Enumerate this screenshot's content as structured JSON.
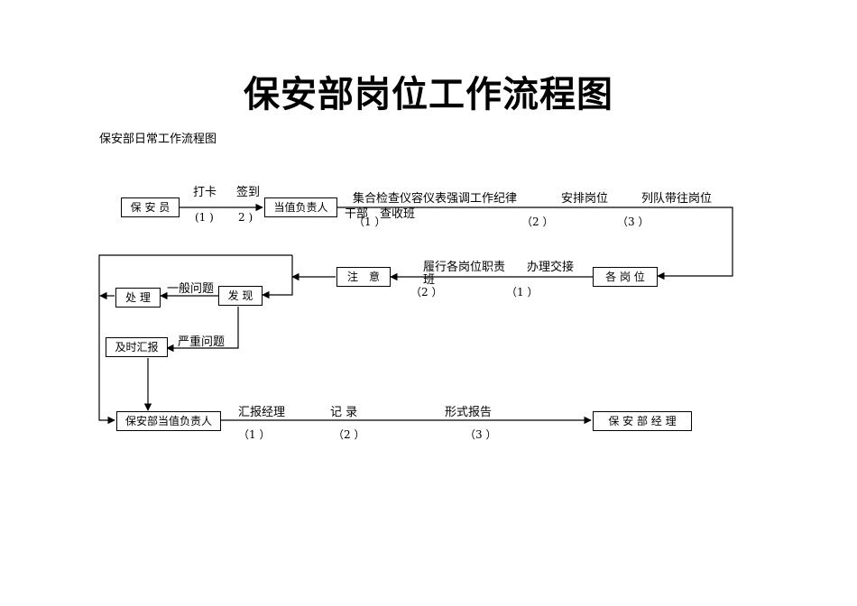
{
  "title": "保安部岗位工作流程图",
  "subtitle": "保安部日常工作流程图",
  "nodes": {
    "guard": "保 安 员",
    "duty_leader": "当值负责人",
    "posts": "各 岗 位",
    "attention": "注　意",
    "discover": "发 现",
    "handle": "处 理",
    "report_timely": "及时汇报",
    "dept_duty_leader": "保安部当值负责人",
    "dept_manager": "保 安 部 经 理"
  },
  "labels": {
    "punch": "打卡",
    "sign_in": "签到",
    "n1_a": "(1 )",
    "n2_a": "2 )",
    "assemble": "集合检查仪容仪表强调工作纪律",
    "cadre": "干部　查收班",
    "n1_b": "（1 ）",
    "arrange": "安排岗位",
    "n2_b": "（2 ）",
    "march": "列队带往岗位",
    "n3_b": "（3 ）",
    "perform": "履行各岗位职责",
    "perform_wrap": "班",
    "n2_c": "（2 ）",
    "handover": "办理交接",
    "n1_c": "（1 ）",
    "general": "一般问题",
    "serious": "严重问题",
    "report_mgr": "汇报经理",
    "n1_d": "（1 ）",
    "record": "记  录",
    "n2_d": "（2 ）",
    "formal": "形式报告",
    "n3_d": "（3 ）"
  }
}
